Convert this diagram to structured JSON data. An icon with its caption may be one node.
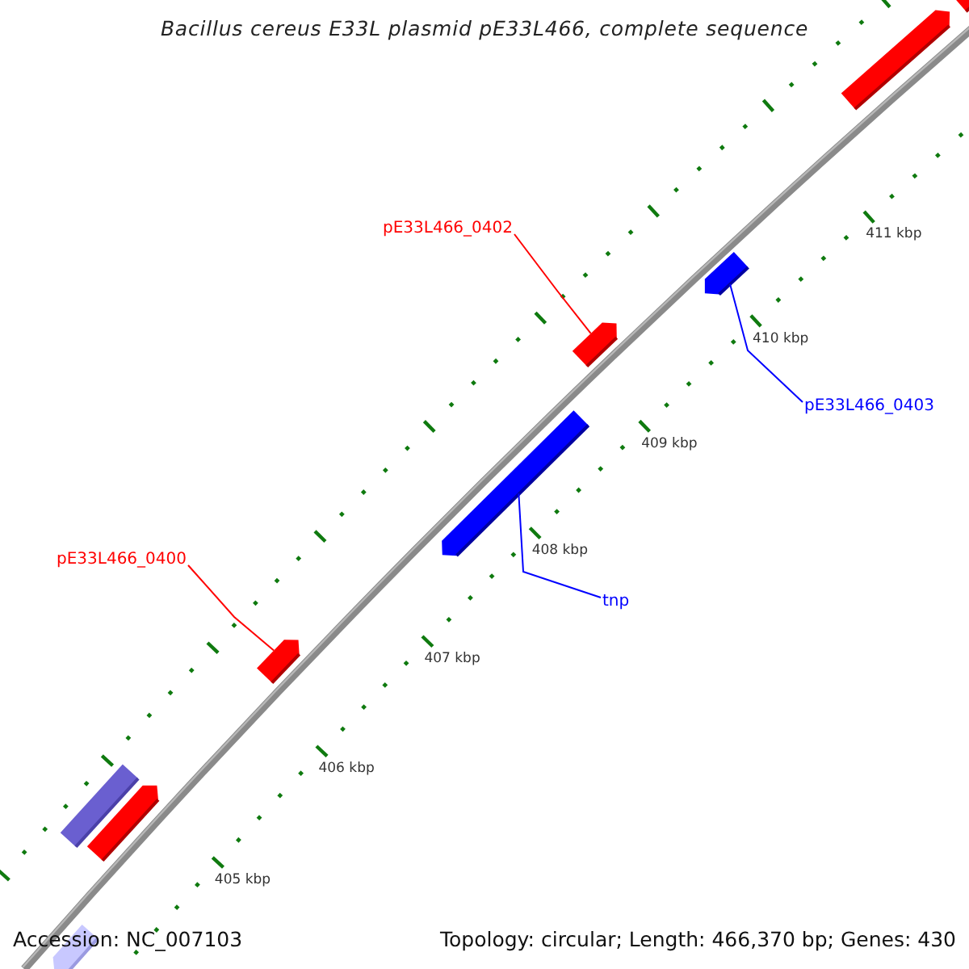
{
  "diagram": {
    "title": "Bacillus cereus E33L plasmid pE33L466, complete sequence",
    "nodes": [
      {
        "text": [
          "pE33L466_0402"
        ]
      },
      {
        "text": [
          "pE33L466_0403"
        ]
      },
      {
        "text": [
          "pE33L466_0400"
        ]
      },
      {
        "text": [
          "tnp"
        ]
      },
      {
        "text": [],
        "shape": "arrow"
      },
      {
        "text": [],
        "shape": "arrow"
      },
      {
        "text": [],
        "shape": "arrow"
      },
      {
        "text": [],
        "shape": "arrow"
      },
      {
        "text": [],
        "shape": "arrow"
      },
      {
        "text": [],
        "shape": "arrow"
      },
      {
        "text": [],
        "shape": "bar"
      },
      {
        "text": [],
        "shape": "arrow"
      },
      {
        "text": [],
        "shape": "arrow"
      }
    ],
    "edges": [
      {
        "from": 0,
        "to": 6,
        "arrow": "none",
        "color": "#ff0000"
      },
      {
        "from": 1,
        "to": 7,
        "arrow": "none",
        "color": "#0000ff"
      },
      {
        "from": 2,
        "to": 9,
        "arrow": "none",
        "color": "#ff0000"
      },
      {
        "from": 3,
        "to": 8,
        "arrow": "none",
        "color": "#0000ff"
      }
    ],
    "labels": [
      "411 kbp",
      "410 kbp",
      "409 kbp",
      "408 kbp",
      "407 kbp",
      "406 kbp",
      "405 kbp",
      "Accession: NC_007103",
      "Topology: circular; Length: 466,370 bp; Genes: 430"
    ]
  }
}
